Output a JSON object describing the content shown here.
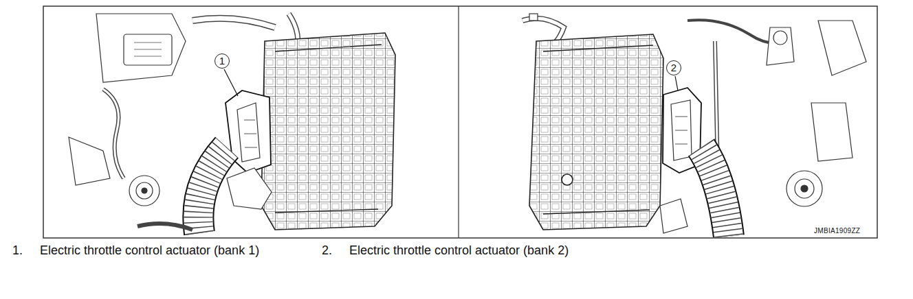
{
  "diagram": {
    "labels": [
      "1",
      "2",
      "JMBIA1909ZZ",
      "1.",
      "Electric throttle control actuator (bank 1)",
      "2.",
      "Electric throttle control actuator (bank 2)"
    ]
  }
}
